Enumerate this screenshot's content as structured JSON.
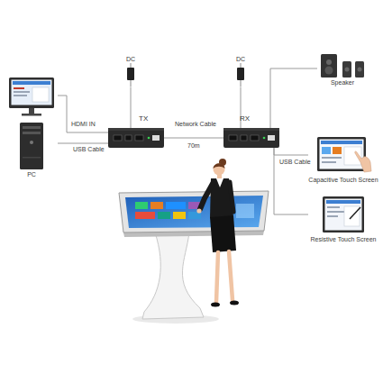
{
  "diagram": {
    "nodes": [
      {
        "text": [
          "PC"
        ]
      },
      {
        "text": [
          "DC"
        ]
      },
      {
        "text": [
          "TX"
        ]
      },
      {
        "text": [
          "DC"
        ]
      },
      {
        "text": [
          "RX"
        ]
      },
      {
        "text": [
          "Speaker"
        ]
      },
      {
        "text": [
          "Capacitive Touch Screen"
        ]
      },
      {
        "text": [
          "Resistive Touch Screen"
        ]
      }
    ],
    "edges": [
      {
        "from": 0,
        "to": 2,
        "label": "HDMI IN",
        "arrow": "none"
      },
      {
        "from": 0,
        "to": 2,
        "label": "USB Cable",
        "arrow": "none"
      },
      {
        "from": 1,
        "to": 2,
        "arrow": "none"
      },
      {
        "from": 2,
        "to": 4,
        "label": "Network Cable",
        "arrow": "none"
      },
      {
        "from": 3,
        "to": 4,
        "arrow": "none"
      },
      {
        "from": 4,
        "to": 5,
        "arrow": "none"
      },
      {
        "from": 4,
        "to": 6,
        "label": "USB Cable",
        "arrow": "none"
      },
      {
        "from": 4,
        "to": 7,
        "arrow": "none"
      }
    ],
    "labels": [
      "70m"
    ]
  }
}
